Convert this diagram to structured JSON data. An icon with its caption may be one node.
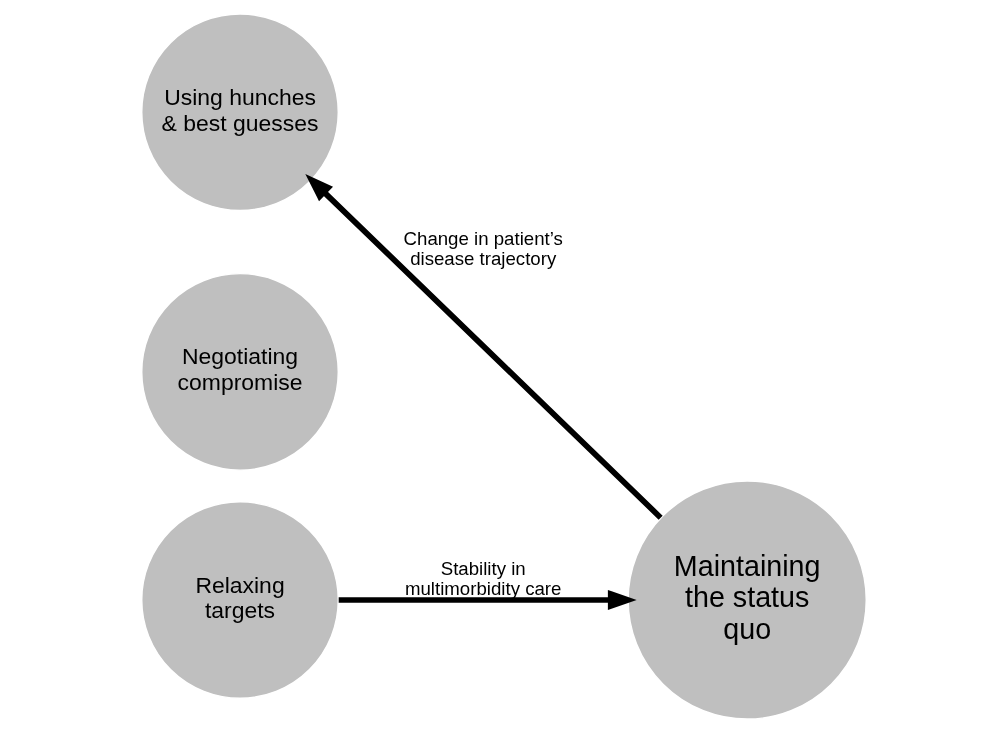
{
  "diagram": {
    "nodes": [
      {
        "text": [
          "Using hunches & best guesses"
        ]
      },
      {
        "text": [
          "Negotiating compromise"
        ]
      },
      {
        "text": [
          "Relaxing targets"
        ]
      },
      {
        "text": [
          "Maintaining the status quo"
        ]
      }
    ],
    "edges": [
      {
        "from": 3,
        "to": 0,
        "arrow": "to",
        "label": "Change in patient’s disease trajectory"
      },
      {
        "from": 2,
        "to": 3,
        "arrow": "to",
        "label": "Stability in multimorbidity care"
      }
    ]
  }
}
